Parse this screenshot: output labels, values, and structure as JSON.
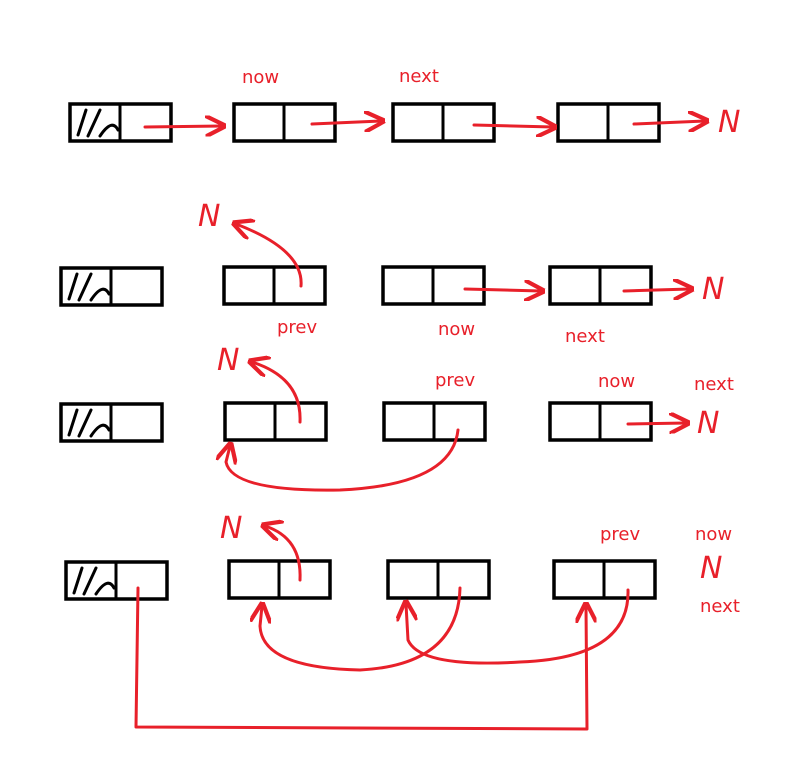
{
  "colors": {
    "pointer": "#e8202a",
    "node": "#000000",
    "background": "#ffffff"
  },
  "labels": {
    "now": "now",
    "next": "next",
    "prev": "prev",
    "null": "N"
  }
}
